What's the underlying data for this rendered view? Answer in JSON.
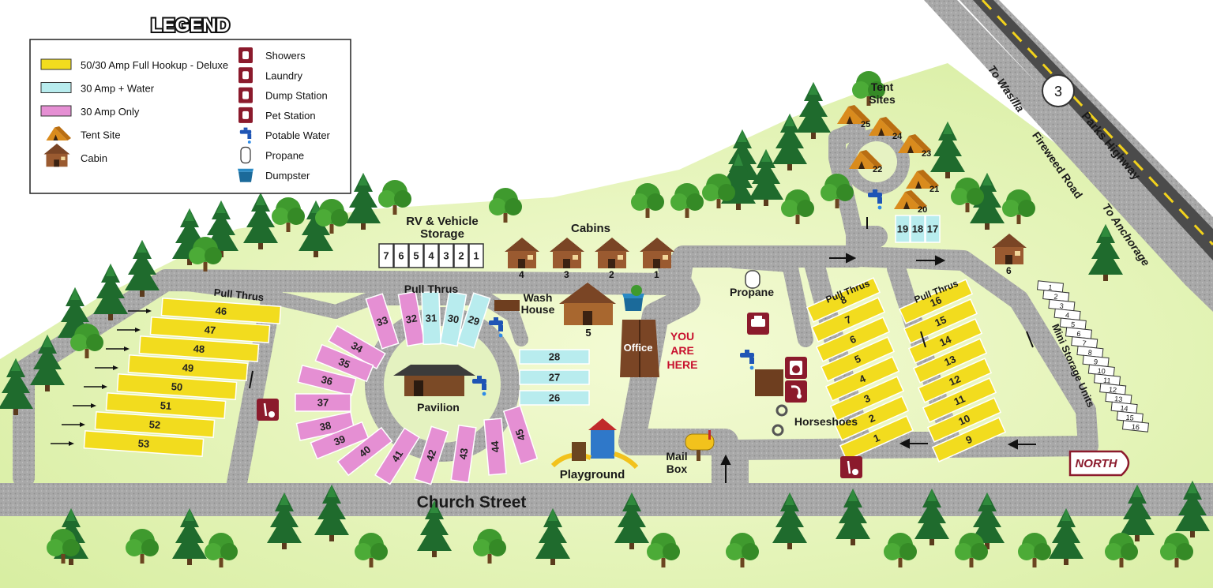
{
  "legend": {
    "title": "LEGEND",
    "site_types": [
      {
        "label": "50/30 Amp Full Hookup - Deluxe",
        "color": "#f2dc1e"
      },
      {
        "label": " 30 Amp + Water",
        "color": "#b8ecee"
      },
      {
        "label": "30 Amp Only",
        "color": "#e58fd3"
      },
      {
        "label": "Tent Site",
        "icon": "tent-icon"
      },
      {
        "label": "Cabin",
        "icon": "cabin-icon"
      }
    ],
    "amenities": [
      {
        "label": "Showers",
        "icon": "shower-icon"
      },
      {
        "label": "Laundry",
        "icon": "laundry-icon"
      },
      {
        "label": "Dump Station",
        "icon": "dump-station-icon"
      },
      {
        "label": "Pet Station",
        "icon": "pet-station-icon"
      },
      {
        "label": "Potable Water",
        "icon": "water-faucet-icon"
      },
      {
        "label": "Propane",
        "icon": "propane-tank-icon"
      },
      {
        "label": "Dumpster",
        "icon": "dumpster-icon"
      }
    ]
  },
  "map": {
    "labels": {
      "church_street": "Church Street",
      "pull_thrus_left": "Pull Thrus",
      "pull_thrus_center": "Pull Thrus",
      "pull_thrus_right_a": "Pull Thrus",
      "pull_thrus_right_b": "Pull Thrus",
      "rv_storage_1": "RV & Vehicle",
      "rv_storage_2": "Storage",
      "cabins": "Cabins",
      "wash_house_1": "Wash",
      "wash_house_2": "House",
      "office": "Office",
      "you_are_here_1": "YOU",
      "you_are_here_2": "ARE",
      "you_are_here_3": "HERE",
      "pavilion": "Pavilion",
      "playground": "Playground",
      "mail_box_1": "Mail",
      "mail_box_2": "Box",
      "propane": "Propane",
      "horseshoes": "Horseshoes",
      "tent_sites_1": "Tent",
      "tent_sites_2": "Sites",
      "mini_storage": "Mini Storage Units",
      "to_wasilla": "To Wasilla",
      "fireweed_road": "Fireweed Road",
      "to_anchorage": "To Anchorage",
      "parks_highway": "Parks Highway",
      "highway_number": "3",
      "north": "NORTH"
    },
    "sites_left_pull_thrus": [
      "46",
      "47",
      "48",
      "49",
      "50",
      "51",
      "52",
      "53"
    ],
    "sites_center_pull_thrus_pink": [
      "33",
      "32"
    ],
    "sites_center_pull_thrus_blue": [
      "31",
      "30",
      "29"
    ],
    "sites_ring_pink": [
      "34",
      "35",
      "36",
      "37",
      "38",
      "39",
      "40",
      "41",
      "42",
      "43",
      "44",
      "45"
    ],
    "sites_blue_right": [
      "28",
      "27",
      "26"
    ],
    "sites_right_col_a": [
      "8",
      "7",
      "6",
      "5",
      "4",
      "3",
      "2",
      "1"
    ],
    "sites_right_col_b": [
      "16",
      "15",
      "14",
      "13",
      "12",
      "11",
      "10",
      "9"
    ],
    "sites_tent_blue": [
      "19",
      "18",
      "17"
    ],
    "tent_sites": [
      "25",
      "24",
      "23",
      "22",
      "21",
      "20"
    ],
    "rv_storage_slots": [
      "7",
      "6",
      "5",
      "4",
      "3",
      "2",
      "1"
    ],
    "cabin_numbers": [
      "4",
      "3",
      "2",
      "1"
    ],
    "cabin_5": "5",
    "cabin_6": "6",
    "mini_storage_units": [
      "1",
      "2",
      "3",
      "4",
      "5",
      "6",
      "7",
      "8",
      "9",
      "10",
      "11",
      "12",
      "13",
      "14",
      "15",
      "16"
    ]
  }
}
